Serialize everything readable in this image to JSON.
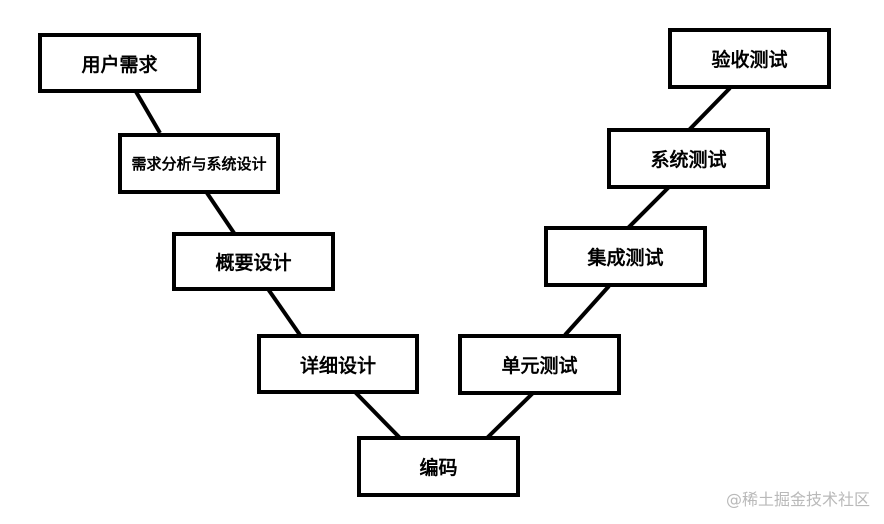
{
  "left_branch": {
    "user_requirements": "用户需求",
    "requirement_analysis_system_design": "需求分析与系统设计",
    "high_level_design": "概要设计",
    "detailed_design": "详细设计"
  },
  "bottom": {
    "coding": "编码"
  },
  "right_branch": {
    "unit_test": "单元测试",
    "integration_test": "集成测试",
    "system_test": "系统测试",
    "acceptance_test": "验收测试"
  },
  "watermark": "@稀土掘金技术社区"
}
